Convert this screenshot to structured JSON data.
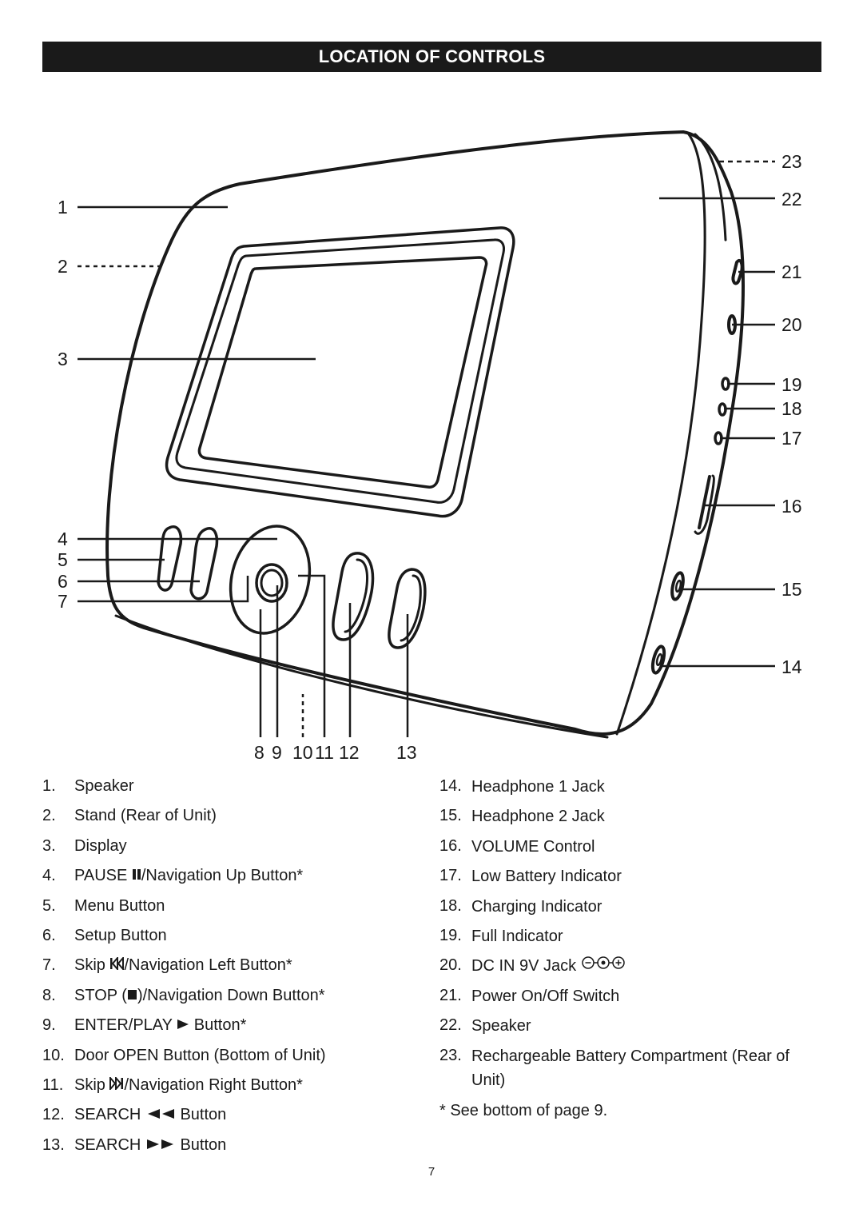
{
  "page": {
    "title": "LOCATION OF CONTROLS",
    "page_number": "7"
  },
  "callouts": {
    "c1": "1",
    "c2": "2",
    "c3": "3",
    "c4": "4",
    "c5": "5",
    "c6": "6",
    "c7": "7",
    "c8": "8",
    "c9": "9",
    "c10": "10",
    "c11": "11",
    "c12": "12",
    "c13": "13",
    "c14": "14",
    "c15": "15",
    "c16": "16",
    "c17": "17",
    "c18": "18",
    "c19": "19",
    "c20": "20",
    "c21": "21",
    "c22": "22",
    "c23": "23"
  },
  "legend_left": [
    {
      "n": "1.",
      "text": "Speaker"
    },
    {
      "n": "2.",
      "text": "Stand (Rear of Unit)"
    },
    {
      "n": "3.",
      "text": "Display"
    },
    {
      "n": "4.",
      "pre": "PAUSE ",
      "icon": "pause-icon",
      "post": "/Navigation Up Button*"
    },
    {
      "n": "5.",
      "text": "Menu Button"
    },
    {
      "n": "6.",
      "text": "Setup Button"
    },
    {
      "n": "7.",
      "pre": "Skip ",
      "icon": "skip-back-icon",
      "post": "/Navigation Left Button*"
    },
    {
      "n": "8.",
      "pre": "STOP (",
      "icon": "stop-icon",
      "post": ")/Navigation Down Button*"
    },
    {
      "n": "9.",
      "pre": "ENTER/PLAY ",
      "icon": "play-icon",
      "post": " Button*"
    },
    {
      "n": "10.",
      "text": "Door OPEN Button (Bottom of Unit)"
    },
    {
      "n": "11.",
      "pre": "Skip ",
      "icon": "skip-forward-icon",
      "post": "/Navigation Right Button*"
    },
    {
      "n": "12.",
      "pre": "SEARCH ",
      "icon": "rewind-icon",
      "post": " Button"
    },
    {
      "n": "13.",
      "pre": "SEARCH ",
      "icon": "fast-forward-icon",
      "post": " Button"
    }
  ],
  "legend_right": [
    {
      "n": "14.",
      "text": "Headphone 1 Jack"
    },
    {
      "n": "15.",
      "text": "Headphone 2 Jack"
    },
    {
      "n": "16.",
      "text": "VOLUME Control"
    },
    {
      "n": "17.",
      "text": "Low Battery Indicator"
    },
    {
      "n": "18.",
      "text": "Charging Indicator"
    },
    {
      "n": "19.",
      "text": "Full Indicator"
    },
    {
      "n": "20.",
      "pre": "DC IN 9V Jack ",
      "icon": "polarity-icon",
      "post": ""
    },
    {
      "n": "21.",
      "text": "Power On/Off Switch"
    },
    {
      "n": "22.",
      "text": "Speaker"
    },
    {
      "n": "23.",
      "text": "Rechargeable Battery Compartment (Rear of Unit)"
    }
  ],
  "footnote": "* See bottom of page 9."
}
